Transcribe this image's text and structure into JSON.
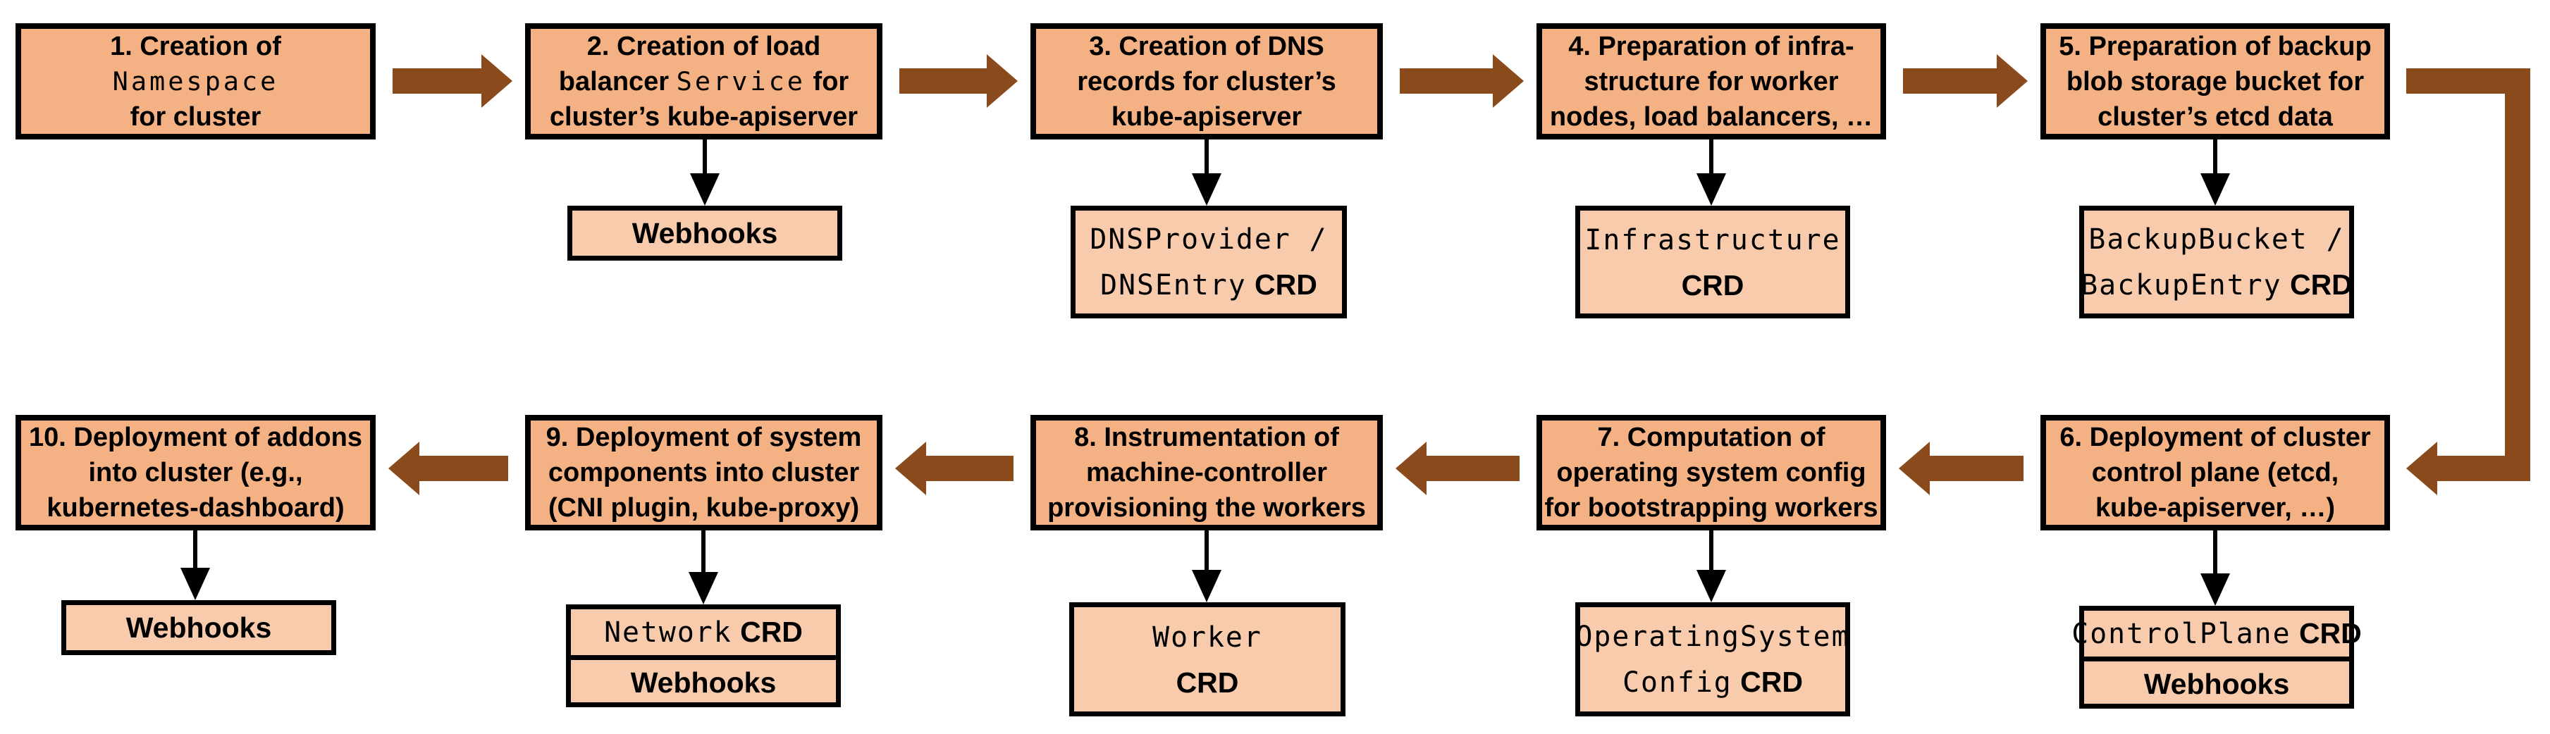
{
  "palette": {
    "main_fill": "#F4B183",
    "sub_fill": "#F8CBAD",
    "outline": "#000000",
    "flow_arrow": "#8A4A1C",
    "connector": "#000000"
  },
  "steps": [
    {
      "name": "step-1",
      "lines": [
        [
          {
            "t": "1. Creation of"
          }
        ],
        [
          {
            "t": "Namespace",
            "m": 1
          }
        ],
        [
          {
            "t": "for cluster"
          }
        ]
      ]
    },
    {
      "name": "step-2",
      "lines": [
        [
          {
            "t": "2. Creation of load"
          }
        ],
        [
          {
            "t": "balancer "
          },
          {
            "t": "Service",
            "m": 1
          },
          {
            "t": " for"
          }
        ],
        [
          {
            "t": "cluster’s kube-apiserver"
          }
        ]
      ]
    },
    {
      "name": "step-3",
      "lines": [
        [
          {
            "t": "3. Creation of DNS"
          }
        ],
        [
          {
            "t": "records for cluster’s"
          }
        ],
        [
          {
            "t": "kube-apiserver"
          }
        ]
      ]
    },
    {
      "name": "step-4",
      "lines": [
        [
          {
            "t": "4. Preparation of infra-"
          }
        ],
        [
          {
            "t": "structure for worker"
          }
        ],
        [
          {
            "t": "nodes, load balancers, …"
          }
        ]
      ]
    },
    {
      "name": "step-5",
      "lines": [
        [
          {
            "t": "5. Preparation of backup"
          }
        ],
        [
          {
            "t": "blob storage bucket for"
          }
        ],
        [
          {
            "t": "cluster’s etcd data"
          }
        ]
      ]
    },
    {
      "name": "step-6",
      "lines": [
        [
          {
            "t": "6. Deployment of cluster"
          }
        ],
        [
          {
            "t": "control plane (etcd,"
          }
        ],
        [
          {
            "t": "kube-apiserver, …)"
          }
        ]
      ]
    },
    {
      "name": "step-7",
      "lines": [
        [
          {
            "t": "7. Computation of"
          }
        ],
        [
          {
            "t": "operating system config"
          }
        ],
        [
          {
            "t": "for bootstrapping workers"
          }
        ]
      ]
    },
    {
      "name": "step-8",
      "lines": [
        [
          {
            "t": "8. Instrumentation of"
          }
        ],
        [
          {
            "t": "machine-controller"
          }
        ],
        [
          {
            "t": "provisioning the workers"
          }
        ]
      ]
    },
    {
      "name": "step-9",
      "lines": [
        [
          {
            "t": "9. Deployment of system"
          }
        ],
        [
          {
            "t": "components into cluster"
          }
        ],
        [
          {
            "t": "(CNI plugin, kube-proxy)"
          }
        ]
      ]
    },
    {
      "name": "step-10",
      "lines": [
        [
          {
            "t": "10. Deployment of addons"
          }
        ],
        [
          {
            "t": "into cluster (e.g.,"
          }
        ],
        [
          {
            "t": "kubernetes-dashboard)"
          }
        ]
      ]
    }
  ],
  "crd_boxes": [
    {
      "name": "step-2-webhooks",
      "cells": [
        {
          "lines": [
            [
              {
                "t": "Webhooks",
                "b": 1
              }
            ]
          ]
        }
      ]
    },
    {
      "name": "step-3-dns-crd",
      "cells": [
        {
          "lines": [
            [
              {
                "t": "DNSProvider /",
                "m": 1
              }
            ],
            [
              {
                "t": "DNSEntry",
                "m": 1
              },
              {
                "t": " CRD",
                "b": 1
              }
            ]
          ]
        }
      ]
    },
    {
      "name": "step-4-infrastructure-crd",
      "cells": [
        {
          "lines": [
            [
              {
                "t": "Infrastructure",
                "m": 1
              }
            ],
            [
              {
                "t": "CRD",
                "b": 1
              }
            ]
          ]
        }
      ]
    },
    {
      "name": "step-5-backup-crd",
      "cells": [
        {
          "lines": [
            [
              {
                "t": "BackupBucket /",
                "m": 1
              }
            ],
            [
              {
                "t": "BackupEntry",
                "m": 1
              },
              {
                "t": " CRD",
                "b": 1
              }
            ]
          ]
        }
      ]
    },
    {
      "name": "step-6-controlplane-crd-webhooks",
      "cells": [
        {
          "lines": [
            [
              {
                "t": "ControlPlane",
                "m": 1
              },
              {
                "t": " CRD",
                "b": 1
              }
            ]
          ]
        },
        {
          "lines": [
            [
              {
                "t": "Webhooks",
                "b": 1
              }
            ]
          ]
        }
      ]
    },
    {
      "name": "step-7-operatingsystemconfig-crd",
      "cells": [
        {
          "lines": [
            [
              {
                "t": "OperatingSystem",
                "m": 1
              }
            ],
            [
              {
                "t": "Config",
                "m": 1
              },
              {
                "t": " CRD",
                "b": 1
              }
            ]
          ]
        }
      ]
    },
    {
      "name": "step-8-worker-crd",
      "cells": [
        {
          "lines": [
            [
              {
                "t": "Worker",
                "m": 1
              }
            ],
            [
              {
                "t": "CRD",
                "b": 1
              }
            ]
          ]
        }
      ]
    },
    {
      "name": "step-9-network-crd-webhooks",
      "cells": [
        {
          "lines": [
            [
              {
                "t": "Network",
                "m": 1
              },
              {
                "t": " CRD",
                "b": 1
              }
            ]
          ]
        },
        {
          "lines": [
            [
              {
                "t": "Webhooks",
                "b": 1
              }
            ]
          ]
        }
      ]
    },
    {
      "name": "step-10-webhooks",
      "cells": [
        {
          "lines": [
            [
              {
                "t": "Webhooks",
                "b": 1
              }
            ]
          ]
        }
      ]
    }
  ]
}
